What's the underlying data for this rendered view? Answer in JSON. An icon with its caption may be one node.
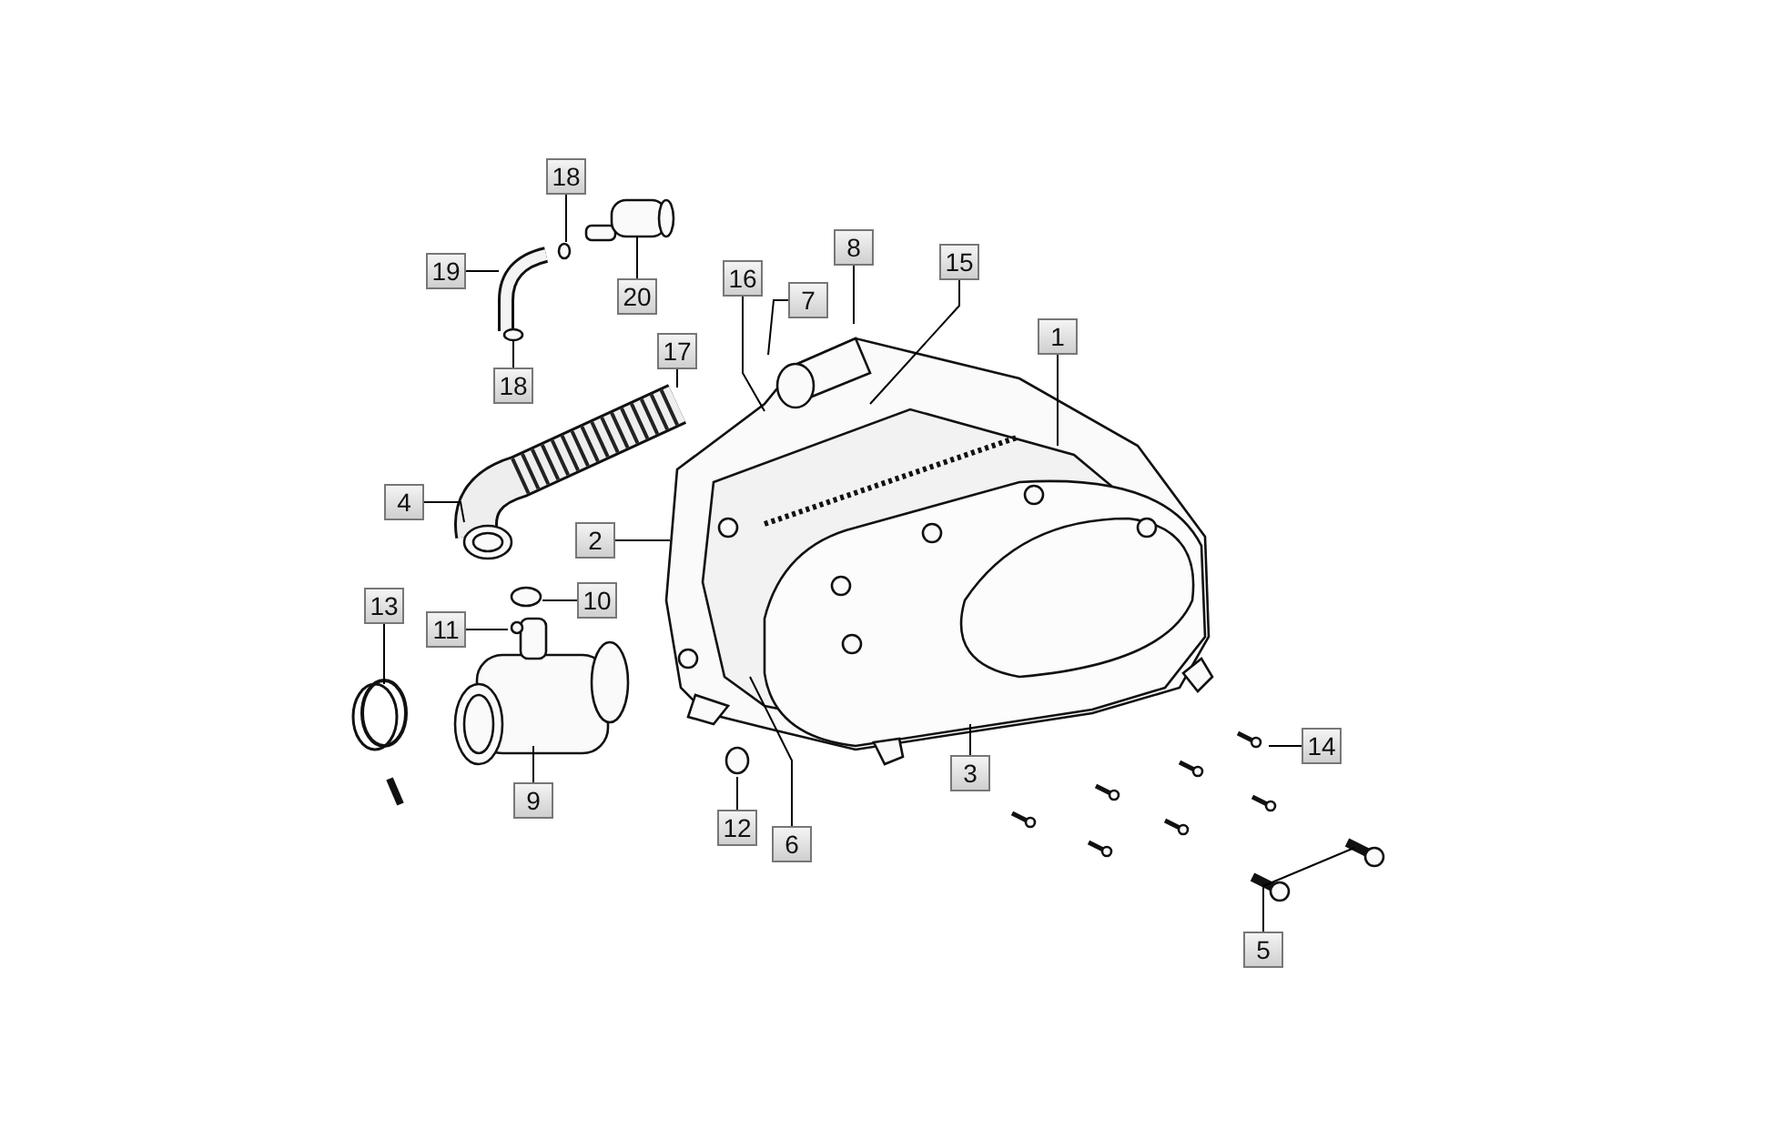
{
  "diagram": {
    "nodes": [
      {
        "text": [
          "18"
        ]
      },
      {
        "text": [
          "8"
        ]
      },
      {
        "text": [
          "19"
        ]
      },
      {
        "text": [
          "20"
        ]
      },
      {
        "text": [
          "16"
        ]
      },
      {
        "text": [
          "7"
        ]
      },
      {
        "text": [
          "15"
        ]
      },
      {
        "text": [
          "1"
        ]
      },
      {
        "text": [
          "18"
        ]
      },
      {
        "text": [
          "17"
        ]
      },
      {
        "text": [
          "4"
        ]
      },
      {
        "text": [
          "2"
        ]
      },
      {
        "text": [
          "13"
        ]
      },
      {
        "text": [
          "11"
        ]
      },
      {
        "text": [
          "10"
        ]
      },
      {
        "text": [
          "9"
        ]
      },
      {
        "text": [
          "12"
        ]
      },
      {
        "text": [
          "6"
        ]
      },
      {
        "text": [
          "3"
        ]
      },
      {
        "text": [
          "14"
        ]
      },
      {
        "text": [
          "5"
        ]
      }
    ],
    "edges": [
      {
        "from": 0,
        "to": null,
        "arrow": "none"
      },
      {
        "from": 1,
        "to": null,
        "arrow": "none"
      },
      {
        "from": 2,
        "to": null,
        "arrow": "none"
      },
      {
        "from": 3,
        "to": null,
        "arrow": "none"
      },
      {
        "from": 4,
        "to": null,
        "arrow": "none"
      },
      {
        "from": 5,
        "to": null,
        "arrow": "none"
      },
      {
        "from": 6,
        "to": null,
        "arrow": "none"
      },
      {
        "from": 7,
        "to": null,
        "arrow": "none"
      },
      {
        "from": 8,
        "to": null,
        "arrow": "none"
      },
      {
        "from": 9,
        "to": null,
        "arrow": "none"
      },
      {
        "from": 10,
        "to": null,
        "arrow": "none"
      },
      {
        "from": 11,
        "to": null,
        "arrow": "none"
      },
      {
        "from": 12,
        "to": null,
        "arrow": "none"
      },
      {
        "from": 13,
        "to": null,
        "arrow": "none"
      },
      {
        "from": 14,
        "to": null,
        "arrow": "none"
      },
      {
        "from": 15,
        "to": null,
        "arrow": "none"
      },
      {
        "from": 16,
        "to": null,
        "arrow": "none"
      },
      {
        "from": 17,
        "to": null,
        "arrow": "none"
      },
      {
        "from": 18,
        "to": null,
        "arrow": "none"
      },
      {
        "from": 19,
        "to": null,
        "arrow": "none"
      },
      {
        "from": 20,
        "to": null,
        "arrow": "none"
      },
      {
        "from": 20,
        "to": null,
        "arrow": "none"
      }
    ]
  }
}
